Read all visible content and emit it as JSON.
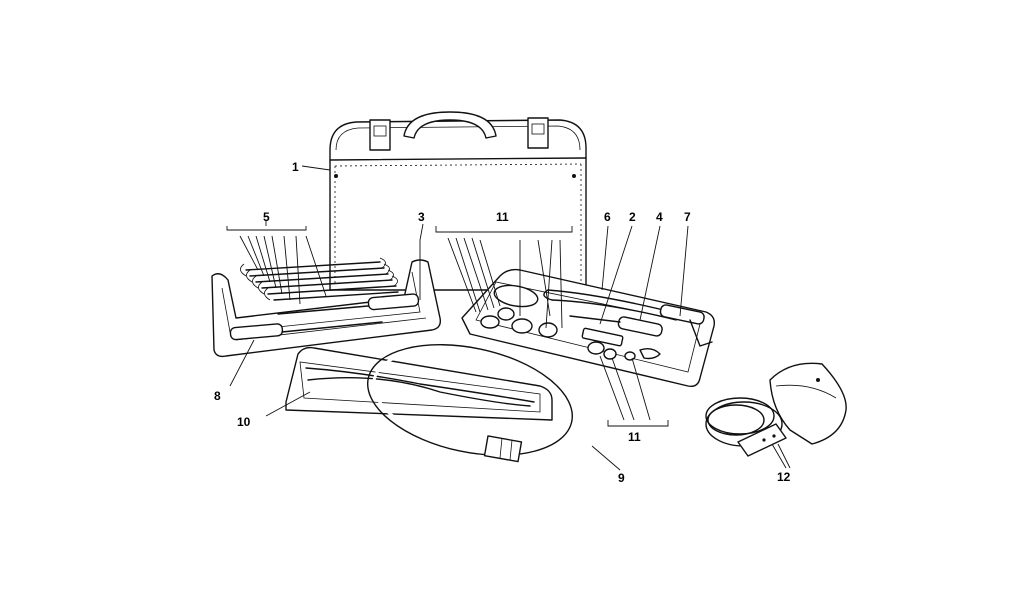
{
  "labels": {
    "l1": "1",
    "l2": "2",
    "l3": "3",
    "l4": "4",
    "l5": "5",
    "l6": "6",
    "l7": "7",
    "l8": "8",
    "l9": "9",
    "l10": "10",
    "l11a": "11",
    "l11b": "11",
    "l12": "12"
  }
}
